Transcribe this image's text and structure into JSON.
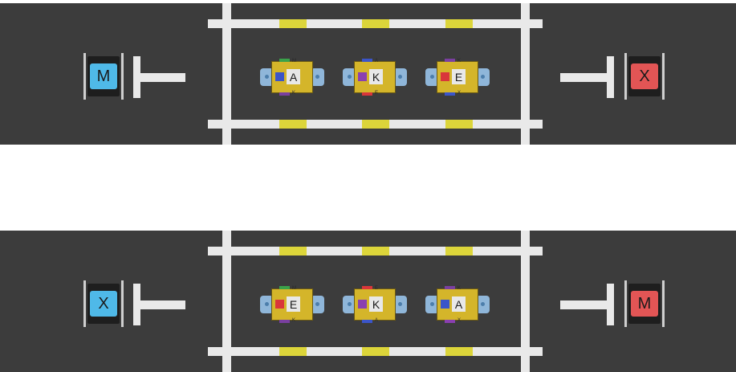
{
  "fields": [
    {
      "left_base": {
        "letter": "M",
        "color": "#4fb9e8"
      },
      "right_base": {
        "letter": "X",
        "color": "#e25555"
      },
      "robots": [
        {
          "letter": "A",
          "square_color": "#3b55c9",
          "tab_top_color": "#3aa24a",
          "tab_bottom_color": "#7a3fa0",
          "mini_top": "M",
          "mini_bottom": "K"
        },
        {
          "letter": "K",
          "square_color": "#8a3fb0",
          "tab_top_color": "#3b55c9",
          "tab_bottom_color": "#d9363a",
          "mini_top": "A",
          "mini_bottom": "E"
        },
        {
          "letter": "E",
          "square_color": "#d9363a",
          "tab_top_color": "#7a3fa0",
          "tab_bottom_color": "#3b55c9",
          "mini_top": "K",
          "mini_bottom": "X"
        }
      ]
    },
    {
      "left_base": {
        "letter": "X",
        "color": "#4fb9e8"
      },
      "right_base": {
        "letter": "M",
        "color": "#e25555"
      },
      "robots": [
        {
          "letter": "E",
          "square_color": "#d9363a",
          "tab_top_color": "#3aa24a",
          "tab_bottom_color": "#7a3fa0",
          "mini_top": "M",
          "mini_bottom": "K"
        },
        {
          "letter": "K",
          "square_color": "#8a3fb0",
          "tab_top_color": "#d9363a",
          "tab_bottom_color": "#3b55c9",
          "mini_top": "E",
          "mini_bottom": "A"
        },
        {
          "letter": "A",
          "square_color": "#3b55c9",
          "tab_top_color": "#7a3fa0",
          "tab_bottom_color": "#8a3fb0",
          "mini_top": "K",
          "mini_bottom": "X"
        }
      ]
    }
  ],
  "colors": {
    "mat": "#3c3c3c",
    "tape": "#e9e9e9",
    "tape_stripe": "#dcd53a",
    "robot_body": "#d4b52a"
  }
}
